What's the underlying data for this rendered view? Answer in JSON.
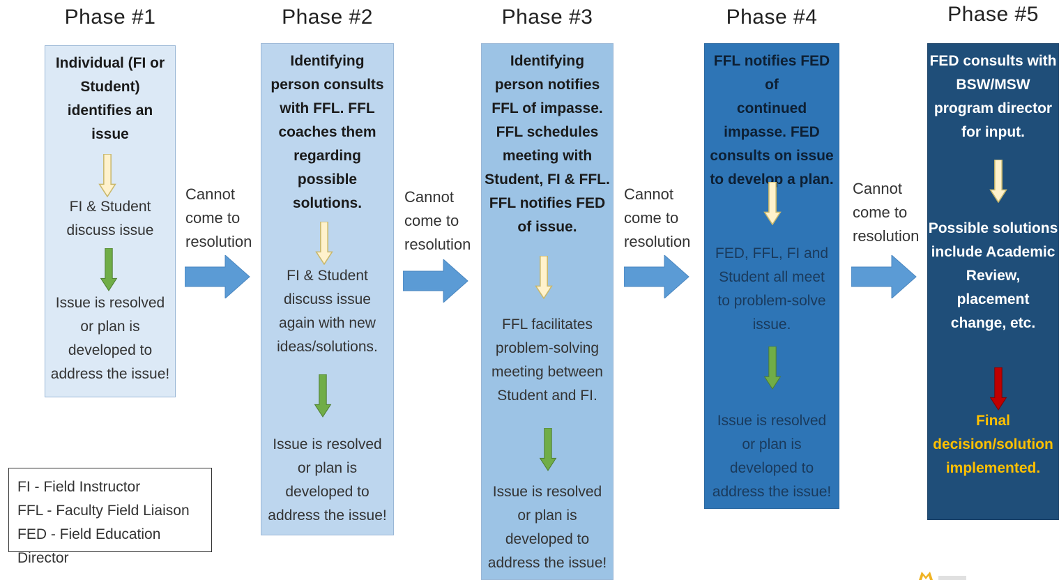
{
  "phases": [
    {
      "title": "Phase #1",
      "top_text": "Individual (FI or\nStudent)\nidentifies an\nissue",
      "middle_text": "FI & Student\ndiscuss issue",
      "bottom_text": "Issue is resolved\nor plan is\ndeveloped to\naddress the issue!"
    },
    {
      "title": "Phase #2",
      "top_text": "Identifying\nperson consults\nwith FFL. FFL\ncoaches them\nregarding\npossible\nsolutions.",
      "middle_text": "FI & Student\ndiscuss issue\nagain with new\nideas/solutions.",
      "bottom_text": "Issue is resolved\nor plan is\ndeveloped to\naddress the issue!"
    },
    {
      "title": "Phase #3",
      "top_text": "Identifying\nperson notifies\nFFL of impasse.\nFFL schedules\nmeeting with\nStudent, FI & FFL.\nFFL notifies FED\nof issue.",
      "middle_text": "FFL facilitates\nproblem-solving\nmeeting between\nStudent and FI.",
      "bottom_text": "Issue is resolved\nor plan is\ndeveloped to\naddress the issue!"
    },
    {
      "title": "Phase #4",
      "top_text": "FFL notifies FED of\ncontinued\nimpasse. FED\nconsults on issue\nto develop a plan.",
      "middle_text": "FED, FFL, FI and\nStudent all meet\nto problem-solve\nissue.",
      "bottom_text": "Issue is resolved\nor plan is\ndeveloped to\naddress the issue!"
    },
    {
      "title": "Phase #5",
      "top_text": "FED consults with\nBSW/MSW\nprogram director\nfor input.",
      "middle_text": "Possible solutions\ninclude Academic\nReview,\nplacement\nchange, etc.",
      "bottom_text": "Final\ndecision/solution\nimplemented."
    }
  ],
  "connector_text": "Cannot\ncome to\nresolution",
  "legend": [
    "FI - Field Instructor",
    "FFL - Faculty Field Liaison",
    "FED - Field Education Director"
  ],
  "colors": {
    "phase1_bg": "#dce9f6",
    "phase2_bg": "#bdd6ee",
    "phase3_bg": "#9cc3e5",
    "phase4_bg": "#2e75b6",
    "phase5_bg": "#1f4e79",
    "arrow_blue": "#5b9bd5",
    "down_arrow_yellow": "#fff2cc",
    "down_arrow_green": "#70ad47",
    "down_arrow_red": "#c00000",
    "final_text": "#ffc000"
  },
  "icons": [
    "down-arrow-icon",
    "right-arrow-icon"
  ]
}
